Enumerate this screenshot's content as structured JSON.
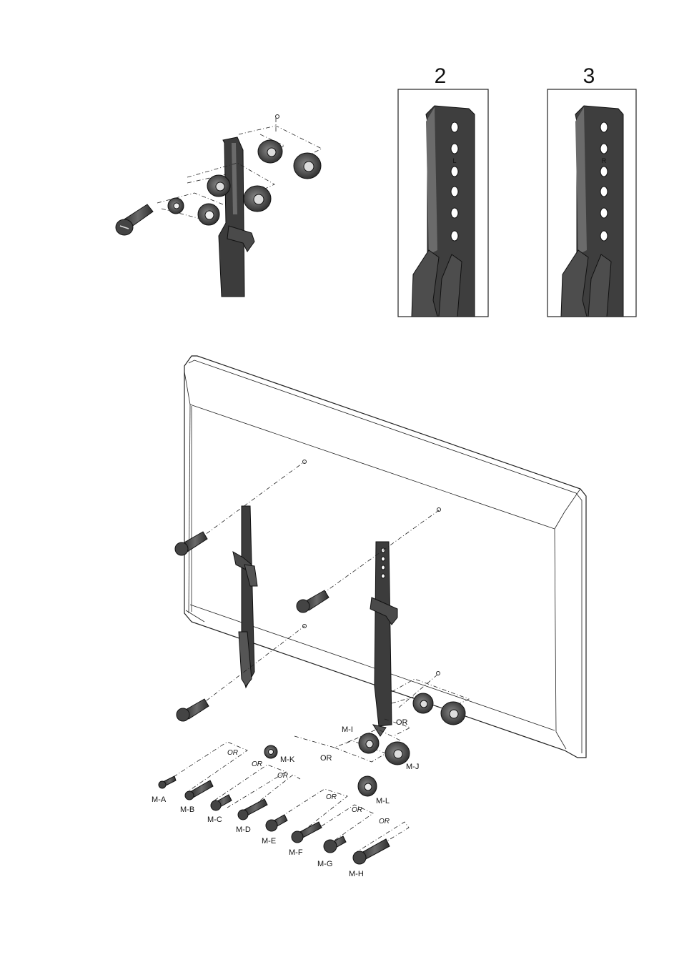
{
  "panels": {
    "detail_2": {
      "number": "2",
      "mark": "L"
    },
    "detail_3": {
      "number": "3",
      "mark": "R"
    }
  },
  "labels": {
    "screws": [
      "M-A",
      "M-B",
      "M-C",
      "M-D",
      "M-E",
      "M-F",
      "M-G",
      "M-H"
    ],
    "spacer_i": "M-I",
    "spacer_j": "M-J",
    "washer_k": "M-K",
    "washer_l": "M-L"
  },
  "or_text": "OR",
  "or_italic": "OR",
  "colors": {
    "part_dark": "#3a3a3a",
    "part_mid": "#5a5a5a",
    "line": "#222222"
  }
}
